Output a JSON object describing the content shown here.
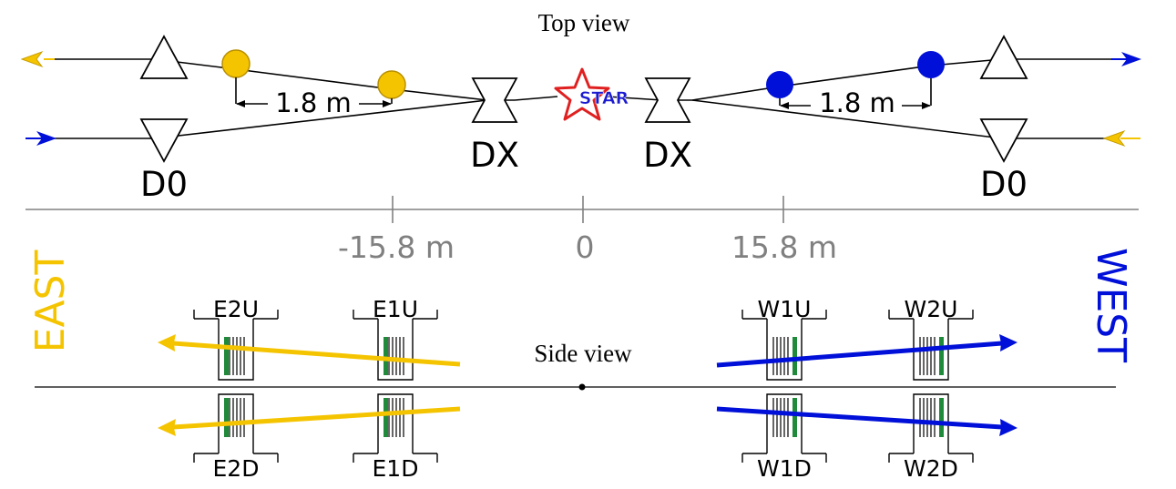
{
  "top": {
    "title": "Top view",
    "distance_label_east": "1.8 m",
    "distance_label_west": "1.8 m",
    "dx_label_east": "DX",
    "dx_label_west": "DX",
    "d0_label_east": "D0",
    "d0_label_west": "D0",
    "star_label": "STAR"
  },
  "axis": {
    "ticks": [
      "-15.8 m",
      "0",
      "15.8 m"
    ]
  },
  "side": {
    "title": "Side view",
    "east_label": "EAST",
    "west_label": "WEST",
    "pots": {
      "e2u": "E2U",
      "e1u": "E1U",
      "w1u": "W1U",
      "w2u": "W2U",
      "e2d": "E2D",
      "e1d": "E1D",
      "w1d": "W1D",
      "w2d": "W2D"
    }
  },
  "colors": {
    "yellow_beam": "#f5c400",
    "blue_beam": "#0010d8",
    "detector_green": "#1f8a3a",
    "axis_gray": "#808080",
    "star_red": "#e02020"
  }
}
